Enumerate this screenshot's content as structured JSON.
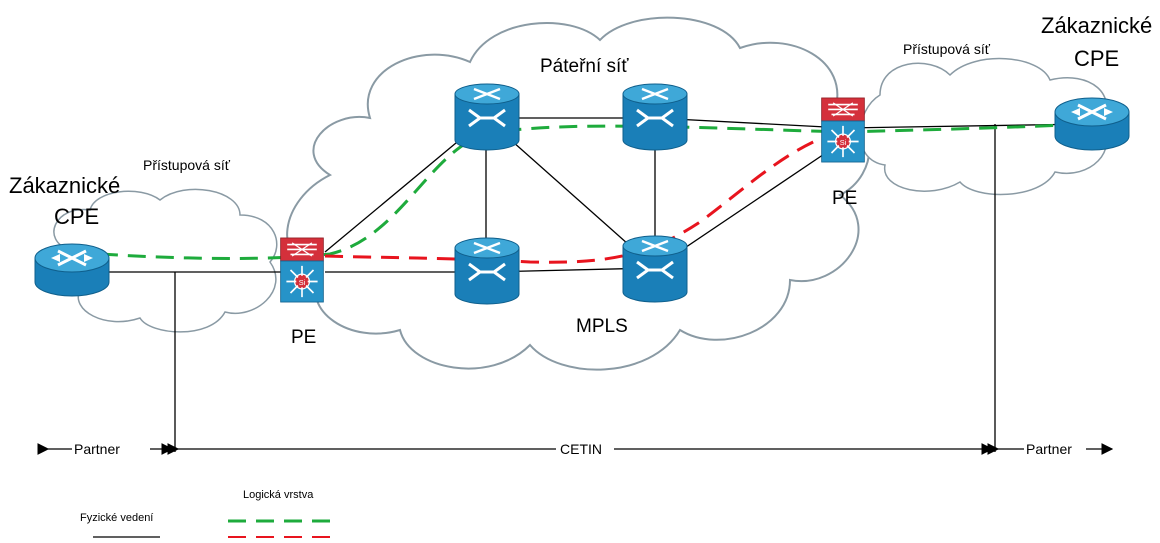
{
  "labels": {
    "core_cloud": "Páteřní síť",
    "mpls": "MPLS",
    "access_left": "Přístupová síť",
    "access_right": "Přístupová síť",
    "cpe_left_line1": "Zákaznické",
    "cpe_left_line2": "CPE",
    "cpe_right_line1": "Zákaznické",
    "cpe_right_line2": "CPE",
    "pe_left": "PE",
    "pe_right": "PE",
    "partner_left": "Partner",
    "cetin": "CETIN",
    "partner_right": "Partner"
  },
  "legend": {
    "physical": "Fyzické vedení",
    "logical": "Logická vrstva"
  },
  "colors": {
    "router": "#1a7fb8",
    "router_top": "#3fa8d8",
    "pe_red": "#d4303b",
    "pe_blue": "#2693c8",
    "logical_green": "#1eab3c",
    "logical_red": "#e8141e",
    "cloud_stroke": "#8a9aa4"
  }
}
